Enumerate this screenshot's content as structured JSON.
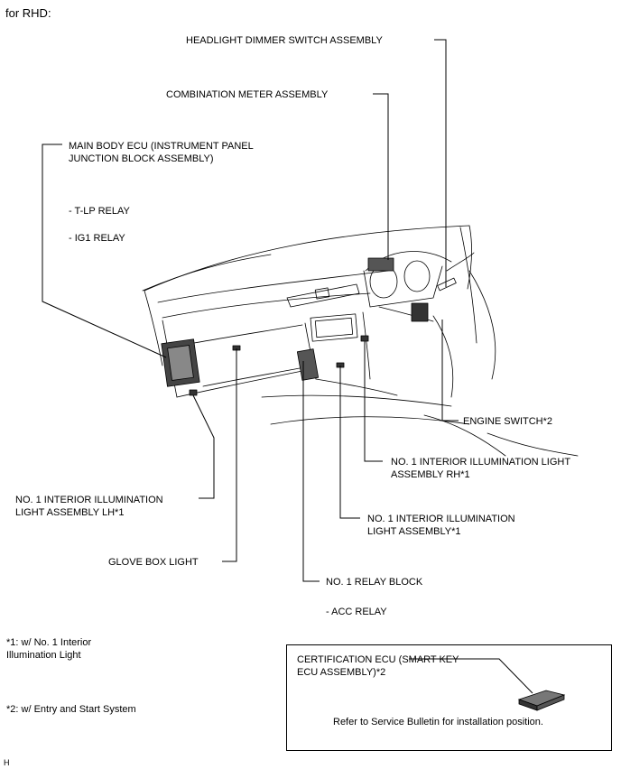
{
  "heading": "for RHD:",
  "labels": {
    "headlight_dimmer": "HEADLIGHT DIMMER SWITCH ASSEMBLY",
    "combination_meter": "COMBINATION METER ASSEMBLY",
    "main_body_ecu_1": "MAIN BODY ECU (INSTRUMENT PANEL",
    "main_body_ecu_2": "JUNCTION BLOCK ASSEMBLY)",
    "tlp_relay": "- T-LP RELAY",
    "ig1_relay": "- IG1 RELAY",
    "engine_switch": "ENGINE SWITCH*2",
    "illum_rh_1": "NO. 1 INTERIOR ILLUMINATION LIGHT",
    "illum_rh_2": "ASSEMBLY RH*1",
    "illum_lh_1": "NO. 1 INTERIOR ILLUMINATION",
    "illum_lh_2": "LIGHT ASSEMBLY LH*1",
    "illum_1": "NO. 1 INTERIOR ILLUMINATION",
    "illum_2": "LIGHT ASSEMBLY*1",
    "glove_box": "GLOVE BOX LIGHT",
    "relay_block": "NO. 1 RELAY BLOCK",
    "acc_relay": "- ACC RELAY",
    "cert_ecu_1": "CERTIFICATION ECU (SMART KEY",
    "cert_ecu_2": "ECU ASSEMBLY)*2",
    "service_bulletin": "Refer to Service Bulletin for installation position."
  },
  "notes": {
    "note1_line1": "*1: w/ No. 1 Interior",
    "note1_line2": "Illumination Light",
    "note2": "*2: w/ Entry and Start System"
  },
  "corner_code": "H"
}
